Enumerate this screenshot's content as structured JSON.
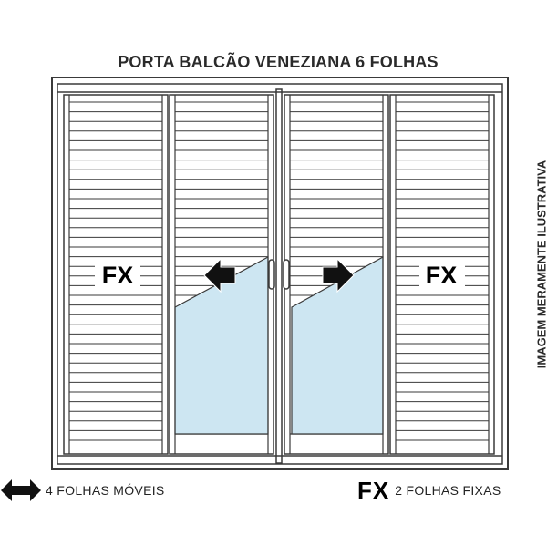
{
  "title": "PORTA BALCÃO VENEZIANA 6 FOLHAS",
  "side_note": "IMAGEM MERAMENTE ILUSTRATIVA",
  "panels": {
    "fixed_left_label": "FX",
    "fixed_right_label": "FX"
  },
  "legend": {
    "movable_icon": "double-arrow-icon",
    "movable_text": "4 FOLHAS MÓVEIS",
    "fixed_symbol": "FX",
    "fixed_text": "2 FOLHAS FIXAS"
  },
  "colors": {
    "outline": "#3a3a3a",
    "glass": "#cde6f2",
    "arrow": "#111111"
  }
}
